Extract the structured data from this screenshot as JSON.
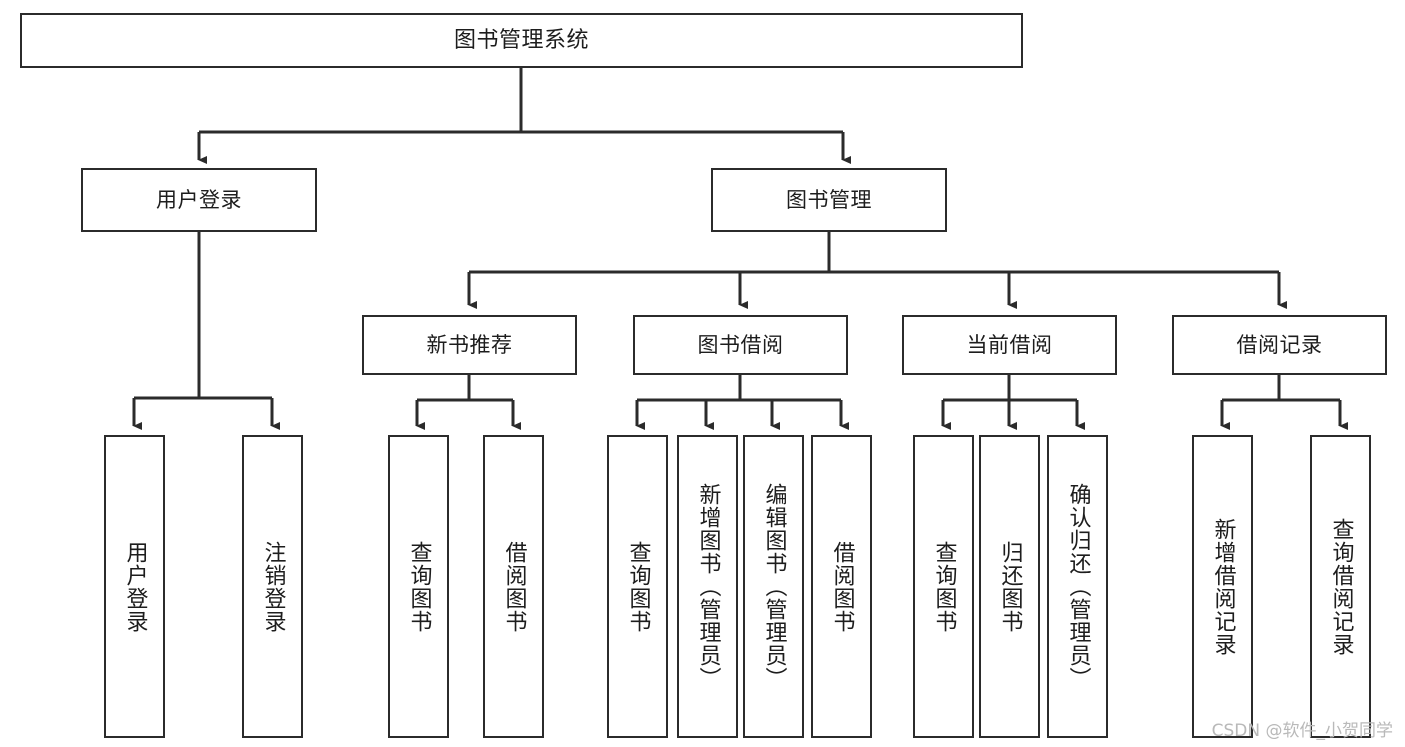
{
  "diagram": {
    "title": "图书管理系统",
    "type": "tree / functional structure chart",
    "watermark": "CSDN @软件_小贺同学",
    "colors": {
      "box_border": "#2b2b2b",
      "box_fill": "#ffffff",
      "connector": "#2b2b2b",
      "text": "#1d1d1d",
      "watermark": "#b9b9b9"
    }
  },
  "nodes": {
    "root": {
      "label": "图书管理系统"
    },
    "level2": [
      {
        "label": "用户登录"
      },
      {
        "label": "图书管理"
      }
    ],
    "level3": [
      {
        "label": "新书推荐"
      },
      {
        "label": "图书借阅"
      },
      {
        "label": "当前借阅"
      },
      {
        "label": "借阅记录"
      }
    ],
    "leaves": {
      "user_login": [
        {
          "label": "用户登录"
        },
        {
          "label": "注销登录"
        }
      ],
      "new_book_recommend": [
        {
          "label": "查询图书"
        },
        {
          "label": "借阅图书"
        }
      ],
      "book_borrow": [
        {
          "label": "查询图书"
        },
        {
          "label": "新增图书（管理员）"
        },
        {
          "label": "编辑图书（管理员）"
        },
        {
          "label": "借阅图书"
        }
      ],
      "current_borrow": [
        {
          "label": "查询图书"
        },
        {
          "label": "归还图书"
        },
        {
          "label": "确认归还（管理员）"
        }
      ],
      "borrow_record": [
        {
          "label": "新增借阅记录"
        },
        {
          "label": "查询借阅记录"
        }
      ]
    }
  }
}
